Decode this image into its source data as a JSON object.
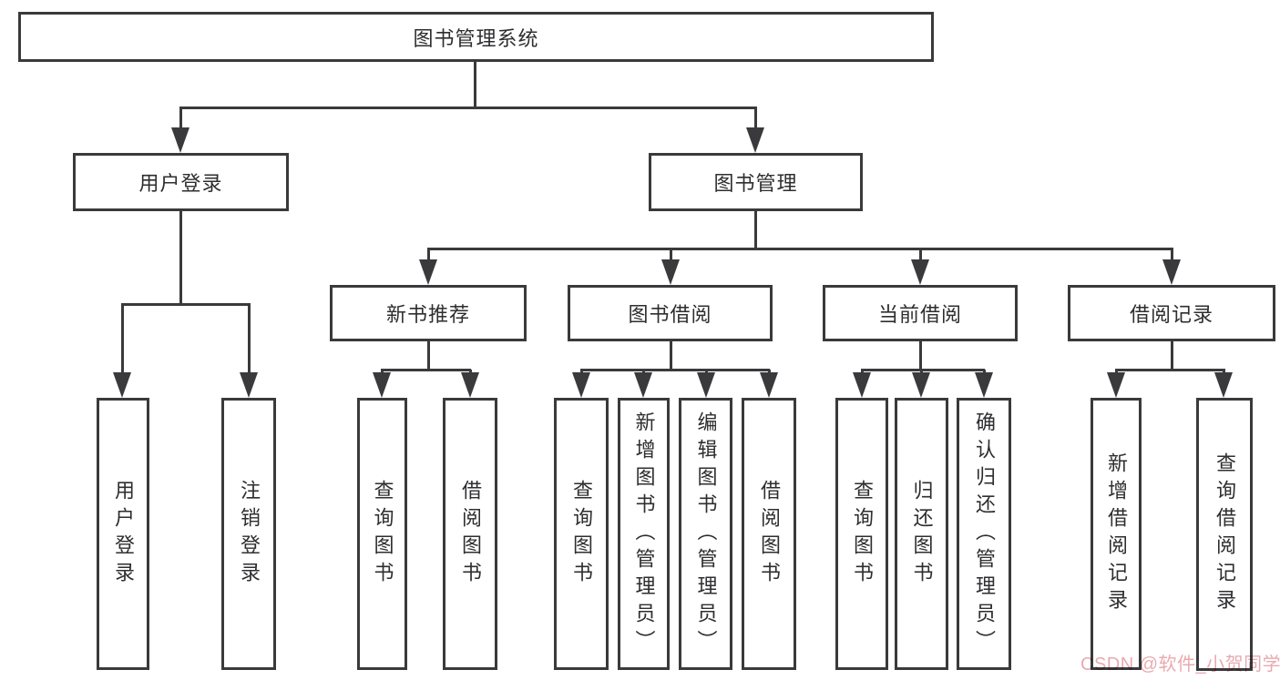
{
  "diagram": {
    "title": "图书管理系统",
    "watermark": "CSDN @软件_小贺同学",
    "colors": {
      "line": "#3a3a3c",
      "text": "#2e2e30",
      "watermark": "#e9aab0",
      "background": "#ffffff"
    },
    "nodes": {
      "root": {
        "label": "图书管理系统"
      },
      "userLogin": {
        "label": "用户登录"
      },
      "bookMgmt": {
        "label": "图书管理"
      },
      "newBookRec": {
        "label": "新书推荐"
      },
      "bookBorrow": {
        "label": "图书借阅"
      },
      "currentBorrow": {
        "label": "当前借阅"
      },
      "borrowRecords": {
        "label": "借阅记录"
      },
      "leafUserLogin": {
        "label": "用户登录"
      },
      "leafLogout": {
        "label": "注销登录"
      },
      "recQueryBook": {
        "label": "查询图书"
      },
      "recBorrowBook": {
        "label": "借阅图书"
      },
      "bbQueryBook": {
        "label": "查询图书"
      },
      "bbAddBook": {
        "label": "新增图书（管理员）"
      },
      "bbEditBook": {
        "label": "编辑图书（管理员）"
      },
      "bbBorrowBook": {
        "label": "借阅图书"
      },
      "cbQueryBook": {
        "label": "查询图书"
      },
      "cbReturnBook": {
        "label": "归还图书"
      },
      "cbConfirmReturn": {
        "label": "确认归还（管理员）"
      },
      "brAddRecord": {
        "label": "新增借阅记录"
      },
      "brQueryRecord": {
        "label": "查询借阅记录"
      }
    },
    "hierarchy": {
      "root": [
        "userLogin",
        "bookMgmt"
      ],
      "userLogin": [
        "leafUserLogin",
        "leafLogout"
      ],
      "bookMgmt": [
        "newBookRec",
        "bookBorrow",
        "currentBorrow",
        "borrowRecords"
      ],
      "newBookRec": [
        "recQueryBook",
        "recBorrowBook"
      ],
      "bookBorrow": [
        "bbQueryBook",
        "bbAddBook",
        "bbEditBook",
        "bbBorrowBook"
      ],
      "currentBorrow": [
        "cbQueryBook",
        "cbReturnBook",
        "cbConfirmReturn"
      ],
      "borrowRecords": [
        "brAddRecord",
        "brQueryRecord"
      ]
    }
  }
}
